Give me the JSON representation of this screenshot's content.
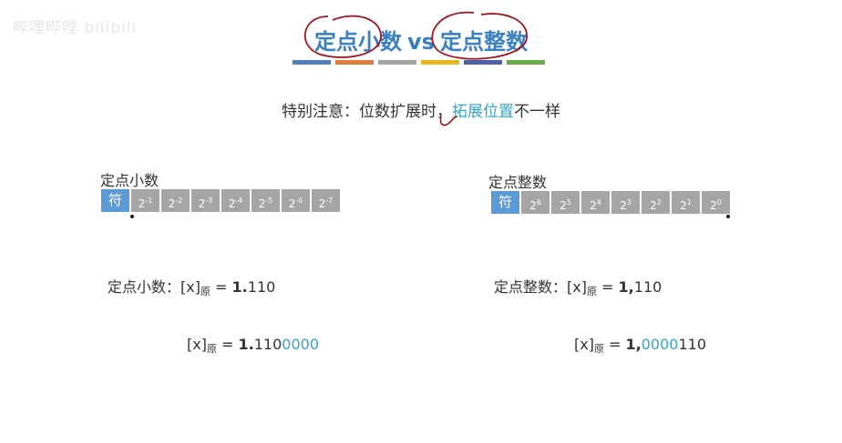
{
  "watermark": "哔哩哔哩 bilibili",
  "title": {
    "left": "定点小数",
    "vs": "vs",
    "right": "定点整数"
  },
  "stripes": [
    "#4f81bd",
    "#e07b39",
    "#a5a5a5",
    "#e8b820",
    "#4f5fa8",
    "#6aaa4a"
  ],
  "note": {
    "prefix": "特别注意：位数扩展时，",
    "highlight": "拓展位置",
    "suffix": "不一样"
  },
  "fraction": {
    "label": "定点小数",
    "sign": "符",
    "bits": [
      {
        "base": "2",
        "exp": "-1"
      },
      {
        "base": "2",
        "exp": "-2"
      },
      {
        "base": "2",
        "exp": "-3"
      },
      {
        "base": "2",
        "exp": "-4"
      },
      {
        "base": "2",
        "exp": "-5"
      },
      {
        "base": "2",
        "exp": "-6"
      },
      {
        "base": "2",
        "exp": "-7"
      }
    ],
    "eq1_label": "定点小数：",
    "eq1_x": "[x]",
    "eq1_sub": "原",
    "eq1_eq": " = ",
    "eq1_bold": "1.",
    "eq1_rest": "110",
    "eq2_x": "[x]",
    "eq2_sub": "原",
    "eq2_eq": " = ",
    "eq2_bold": "1.",
    "eq2_rest": "110",
    "eq2_ext": "0000"
  },
  "integer": {
    "label": "定点整数",
    "sign": "符",
    "bits": [
      {
        "base": "2",
        "exp": "6"
      },
      {
        "base": "2",
        "exp": "5"
      },
      {
        "base": "2",
        "exp": "4"
      },
      {
        "base": "2",
        "exp": "3"
      },
      {
        "base": "2",
        "exp": "2"
      },
      {
        "base": "2",
        "exp": "1"
      },
      {
        "base": "2",
        "exp": "0"
      }
    ],
    "eq1_label": "定点整数：",
    "eq1_x": "[x]",
    "eq1_sub": "原",
    "eq1_eq": " = ",
    "eq1_bold": "1,",
    "eq1_rest": "110",
    "eq2_x": "[x]",
    "eq2_sub": "原",
    "eq2_eq": " = ",
    "eq2_bold": "1,",
    "eq2_ext": "0000",
    "eq2_rest": "110"
  }
}
